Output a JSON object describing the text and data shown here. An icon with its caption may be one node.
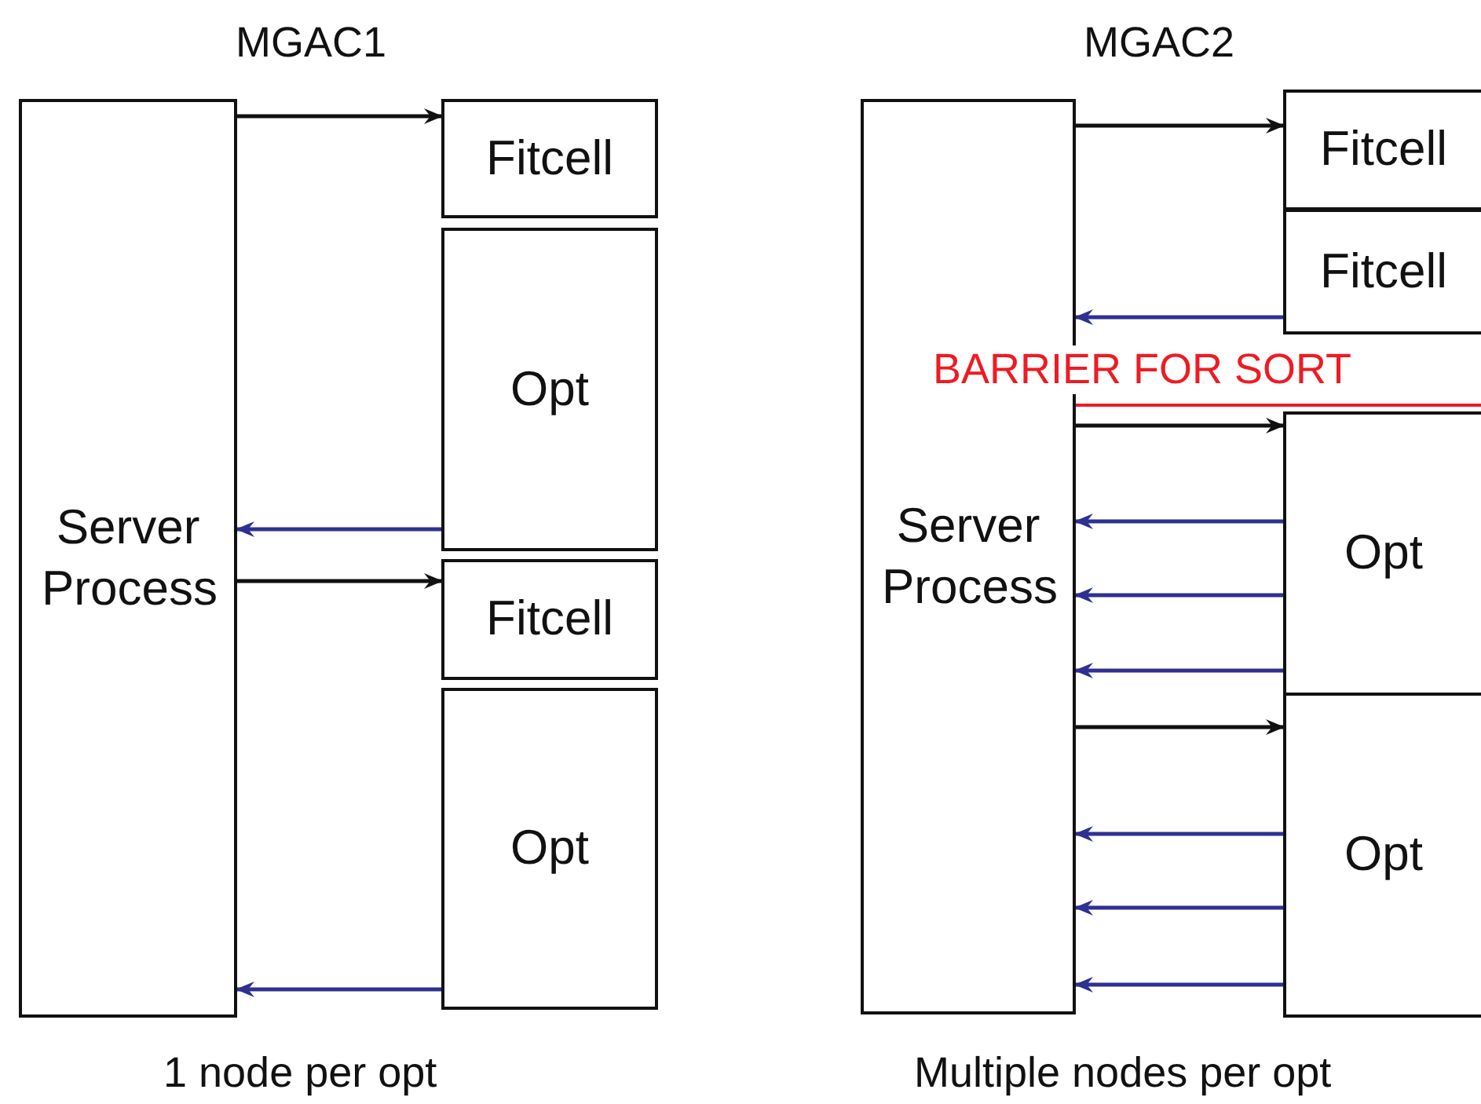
{
  "diagram": {
    "nodes": [
      {
        "text": [
          "Server Process"
        ]
      },
      {
        "text": [
          "Fitcell"
        ]
      },
      {
        "text": [
          "Opt"
        ]
      },
      {
        "text": [
          "Fitcell"
        ]
      },
      {
        "text": [
          "Opt"
        ]
      },
      {
        "text": [
          "Server Process"
        ]
      },
      {
        "text": [
          "Fitcell"
        ]
      },
      {
        "text": [
          "Fitcell"
        ]
      },
      {
        "text": [
          "Opt"
        ]
      },
      {
        "text": [
          "Opt"
        ]
      }
    ],
    "edges": [
      {
        "from": 0,
        "to": 1,
        "arrow": "to",
        "color": "#111111"
      },
      {
        "from": 2,
        "to": 0,
        "arrow": "to"
      },
      {
        "from": 0,
        "to": 3,
        "arrow": "to",
        "color": "#111111"
      },
      {
        "from": 4,
        "to": 0,
        "arrow": "to"
      },
      {
        "from": 5,
        "to": 6,
        "arrow": "to",
        "color": "#111111"
      },
      {
        "from": 7,
        "to": 5,
        "arrow": "to"
      },
      {
        "from": 5,
        "to": 8,
        "arrow": "to",
        "color": "#111111"
      },
      {
        "from": 8,
        "to": 5,
        "arrow": "to"
      },
      {
        "from": 8,
        "to": 5,
        "arrow": "to"
      },
      {
        "from": 8,
        "to": 5,
        "arrow": "to"
      },
      {
        "from": 5,
        "to": 9,
        "arrow": "to",
        "color": "#111111"
      },
      {
        "from": 9,
        "to": 5,
        "arrow": "to"
      },
      {
        "from": 9,
        "to": 5,
        "arrow": "to"
      },
      {
        "from": 9,
        "to": 5,
        "arrow": "to"
      }
    ],
    "labels": [
      "MGAC1",
      "MGAC2",
      "BARRIER FOR SORT",
      "1 node per opt",
      "Multiple nodes per opt"
    ]
  }
}
